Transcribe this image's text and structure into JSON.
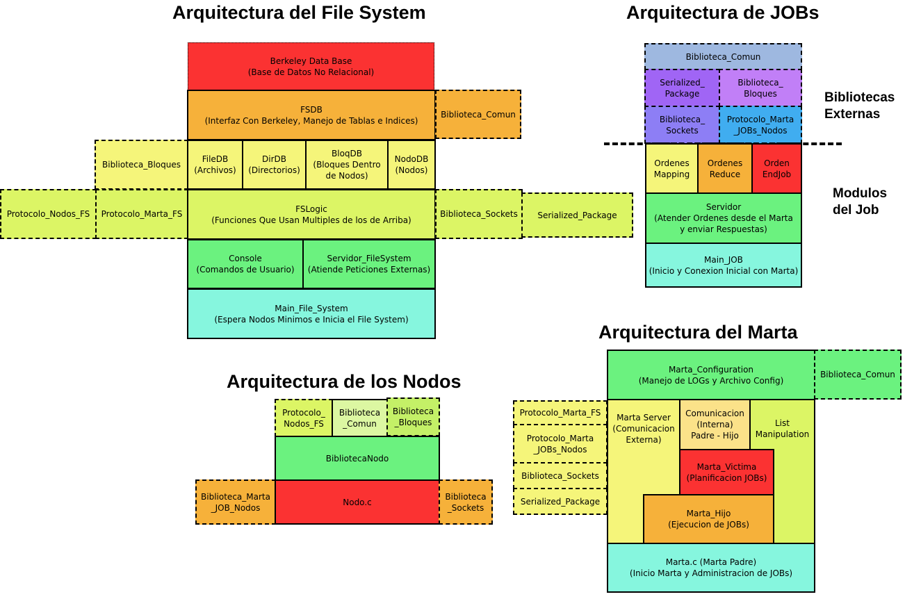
{
  "titles": {
    "fs": "Arquitectura del File System",
    "jobs": "Arquitectura de JOBs",
    "nodos": "Arquitectura de los Nodos",
    "marta": "Arquitectura del Marta"
  },
  "side_labels": {
    "bibliotecas_externas": "Bibliotecas\nExternas",
    "modulos_del_job": "Modulos\ndel Job"
  },
  "fs": {
    "berkeley": "Berkeley Data Base\n(Base de Datos No Relacional)",
    "fsdb": "FSDB\n(Interfaz Con Berkeley, Manejo de Tablas e Indices)",
    "biblioteca_comun": "Biblioteca_Comun",
    "biblioteca_bloques": "Biblioteca_Bloques",
    "filedb": "FileDB\n(Archivos)",
    "dirdb": "DirDB\n(Directorios)",
    "bloqdb": "BloqDB\n(Bloques Dentro\nde Nodos)",
    "nododb": "NodoDB\n(Nodos)",
    "protocolo_nodos_fs": "Protocolo_Nodos_FS",
    "protocolo_marta_fs": "Protocolo_Marta_FS",
    "fslogic": "FSLogic\n(Funciones Que Usan Multiples de los de Arriba)",
    "biblioteca_sockets": "Biblioteca_Sockets",
    "serialized_package": "Serialized_Package",
    "console": "Console\n(Comandos de Usuario)",
    "servidor_filesystem": "Servidor_FileSystem\n(Atiende Peticiones Externas)",
    "main_file_system": "Main_File_System\n(Espera Nodos Minimos e Inicia el File System)"
  },
  "jobs": {
    "biblioteca_comun": "Biblioteca_Comun",
    "serialized_package": "Serialized_\nPackage",
    "biblioteca_bloques": "Biblioteca_\nBloques",
    "biblioteca_sockets": "Biblioteca_\nSockets",
    "protocolo_marta_jobs_nodos": "Protocolo_Marta\n_JOBs_Nodos",
    "ordenes_mapping": "Ordenes\nMapping",
    "ordenes_reduce": "Ordenes\nReduce",
    "orden_endjob": "Orden\nEndJob",
    "servidor": "Servidor\n(Atender Ordenes desde el Marta\ny enviar Respuestas)",
    "main_job": "Main_JOB\n(Inicio y Conexion Inicial con Marta)"
  },
  "nodos": {
    "protocolo_nodos_fs": "Protocolo_\nNodos_FS",
    "biblioteca_comun": "Biblioteca\n_Comun",
    "biblioteca_bloques": "Biblioteca\n_Bloques",
    "biblioteca_nodo": "BibliotecaNodo",
    "biblioteca_marta_job_nodos": "Biblioteca_Marta\n_JOB_Nodos",
    "nodo_c": "Nodo.c",
    "biblioteca_sockets": "Biblioteca\n_Sockets"
  },
  "marta": {
    "marta_configuration": "Marta_Configuration\n(Manejo de LOGs y Archivo Config)",
    "biblioteca_comun": "Biblioteca_Comun",
    "protocolo_marta_fs": "Protocolo_Marta_FS",
    "protocolo_marta_jobs_nodos": "Protocolo_Marta\n_JOBs_Nodos",
    "biblioteca_sockets": "Biblioteca_Sockets",
    "serialized_package": "Serialized_Package",
    "marta_server": "Marta Server\n(Comunicacion\nExterna)",
    "comunicacion_interna": "Comunicacion\n(Interna)\nPadre - Hijo",
    "list_manipulation": "List\nManipulation",
    "marta_victima": "Marta_Victima\n(Planificacion JOBs)",
    "marta_hijo": "Marta_Hijo\n(Ejecucion de JOBs)",
    "marta_c": "Marta.c  (Marta Padre)\n(Inicio Marta y Administracion de JOBs)"
  }
}
